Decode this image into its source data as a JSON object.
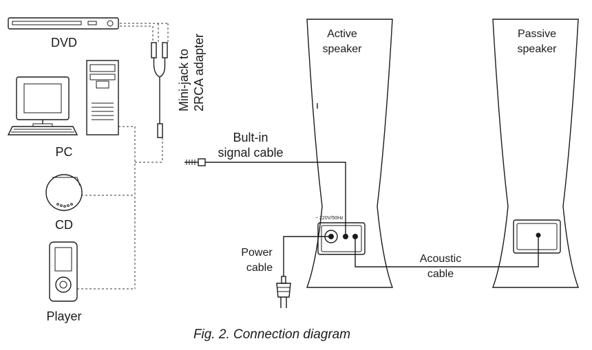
{
  "labels": {
    "dvd": "DVD",
    "pc": "PC",
    "cd": "CD",
    "player": "Player",
    "adapter_line1": "Mini-jack to",
    "adapter_line2": "2RCA adapter",
    "signal_line1": "Bult-in",
    "signal_line2": "signal cable",
    "active_line1": "Active",
    "active_line2": "speaker",
    "passive_line1": "Passive",
    "passive_line2": "speaker",
    "power_line1": "Power",
    "power_line2": "cable",
    "acoustic_line1": "Acoustic",
    "acoustic_line2": "cable",
    "voltage": "~ 220V/50Hz"
  },
  "caption": "Fig. 2. Connection diagram"
}
